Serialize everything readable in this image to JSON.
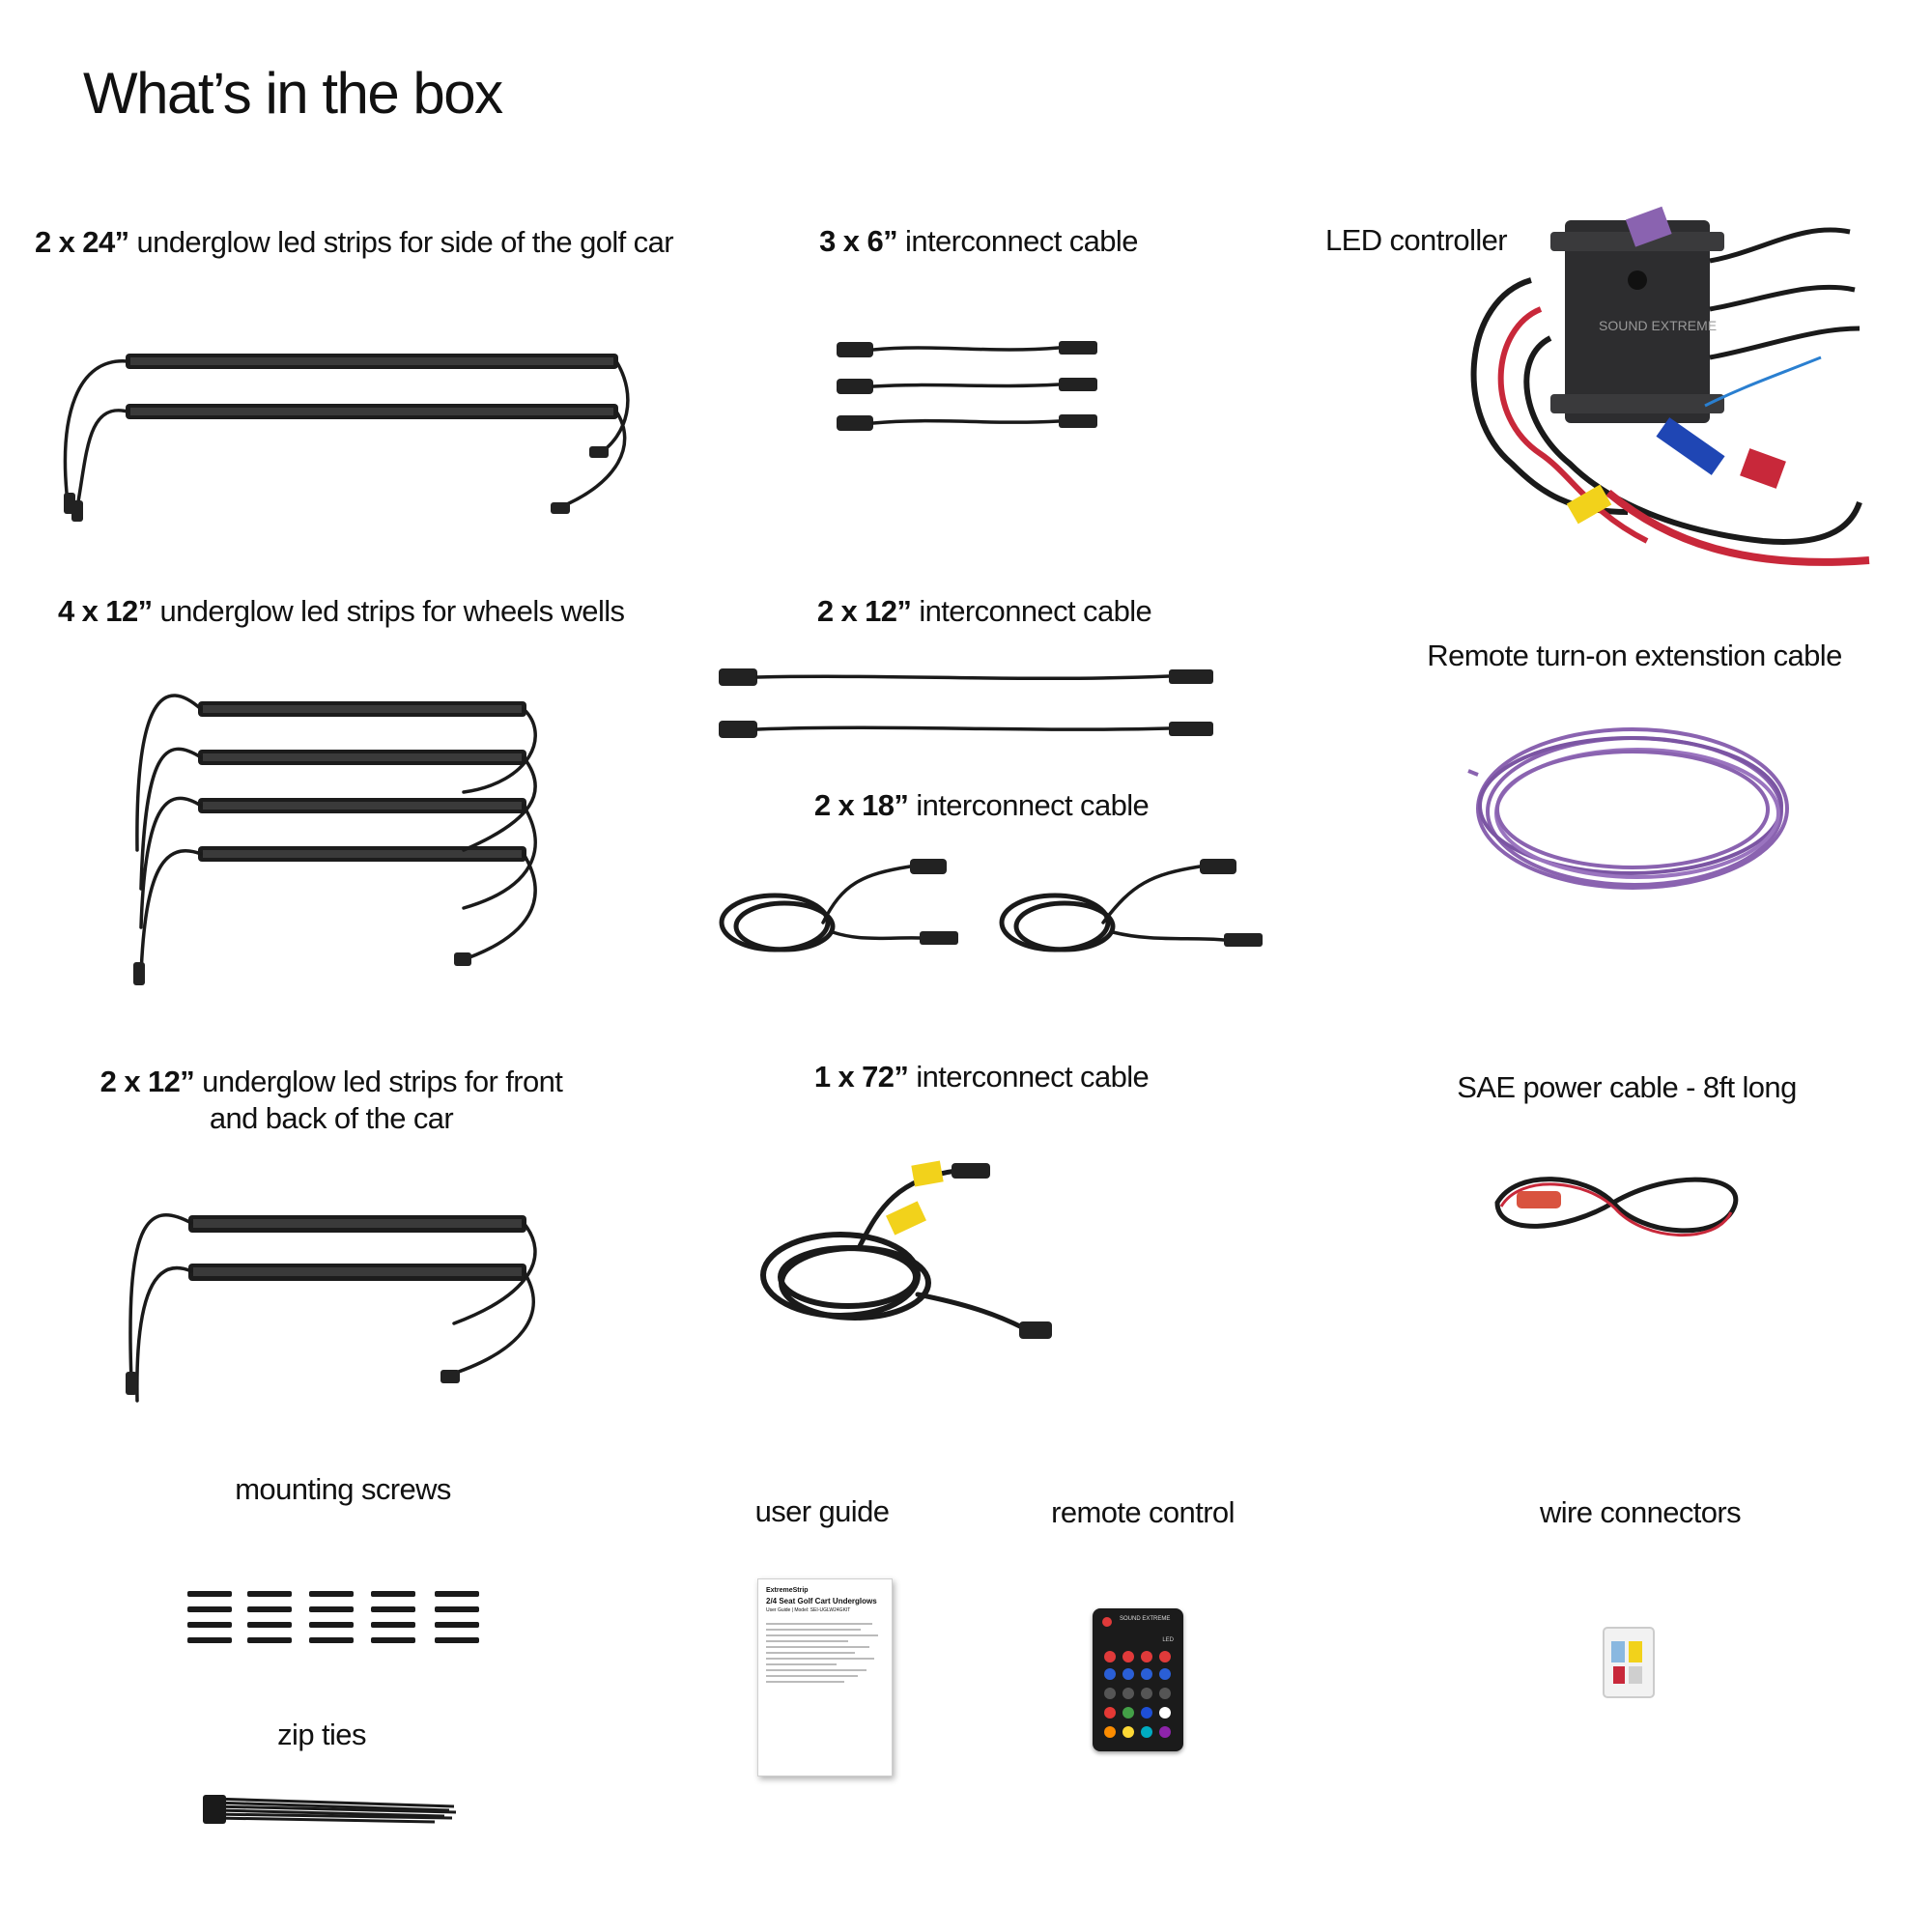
{
  "title": "What’s in the box",
  "items": {
    "strips_24": {
      "qty": "2 x 24”",
      "desc": " underglow led strips for side of the golf car"
    },
    "cable_6": {
      "qty": "3 x 6”",
      "desc": " interconnect cable"
    },
    "controller": {
      "label": "LED controller",
      "brand": "SOUND EXTREME"
    },
    "strips_12_wheels": {
      "qty": "4 x 12”",
      "desc": " underglow led strips for wheels wells"
    },
    "cable_12": {
      "qty": "2 x 12”",
      "desc": " interconnect cable"
    },
    "remote_cable": {
      "label": "Remote turn-on extenstion cable"
    },
    "cable_18": {
      "qty": "2 x 18”",
      "desc": " interconnect cable"
    },
    "strips_12_front": {
      "qty": "2 x 12”",
      "desc": " underglow led strips for front",
      "line2": "and back of the car"
    },
    "cable_72": {
      "qty": "1 x 72”",
      "desc": " interconnect cable"
    },
    "sae_cable": {
      "label": "SAE power cable - 8ft long"
    },
    "screws": {
      "label": "mounting screws"
    },
    "guide": {
      "label": "user guide",
      "brand": "ExtremeStrip",
      "heading": "2/4 Seat Golf Cart Underglows",
      "sub": "User Guide | Model: SEI-UGLW24GKIT"
    },
    "remote": {
      "label": "remote control",
      "brand": "SOUND EXTREME",
      "led": "LED"
    },
    "connectors": {
      "label": "wire connectors"
    },
    "zipties": {
      "label": "zip ties"
    }
  },
  "colors": {
    "text": "#111111",
    "purple_wire": "#8a63b0",
    "red_wire": "#c8283a",
    "yellow_tag": "#f2d21b",
    "blue_tag": "#1f46b4"
  }
}
